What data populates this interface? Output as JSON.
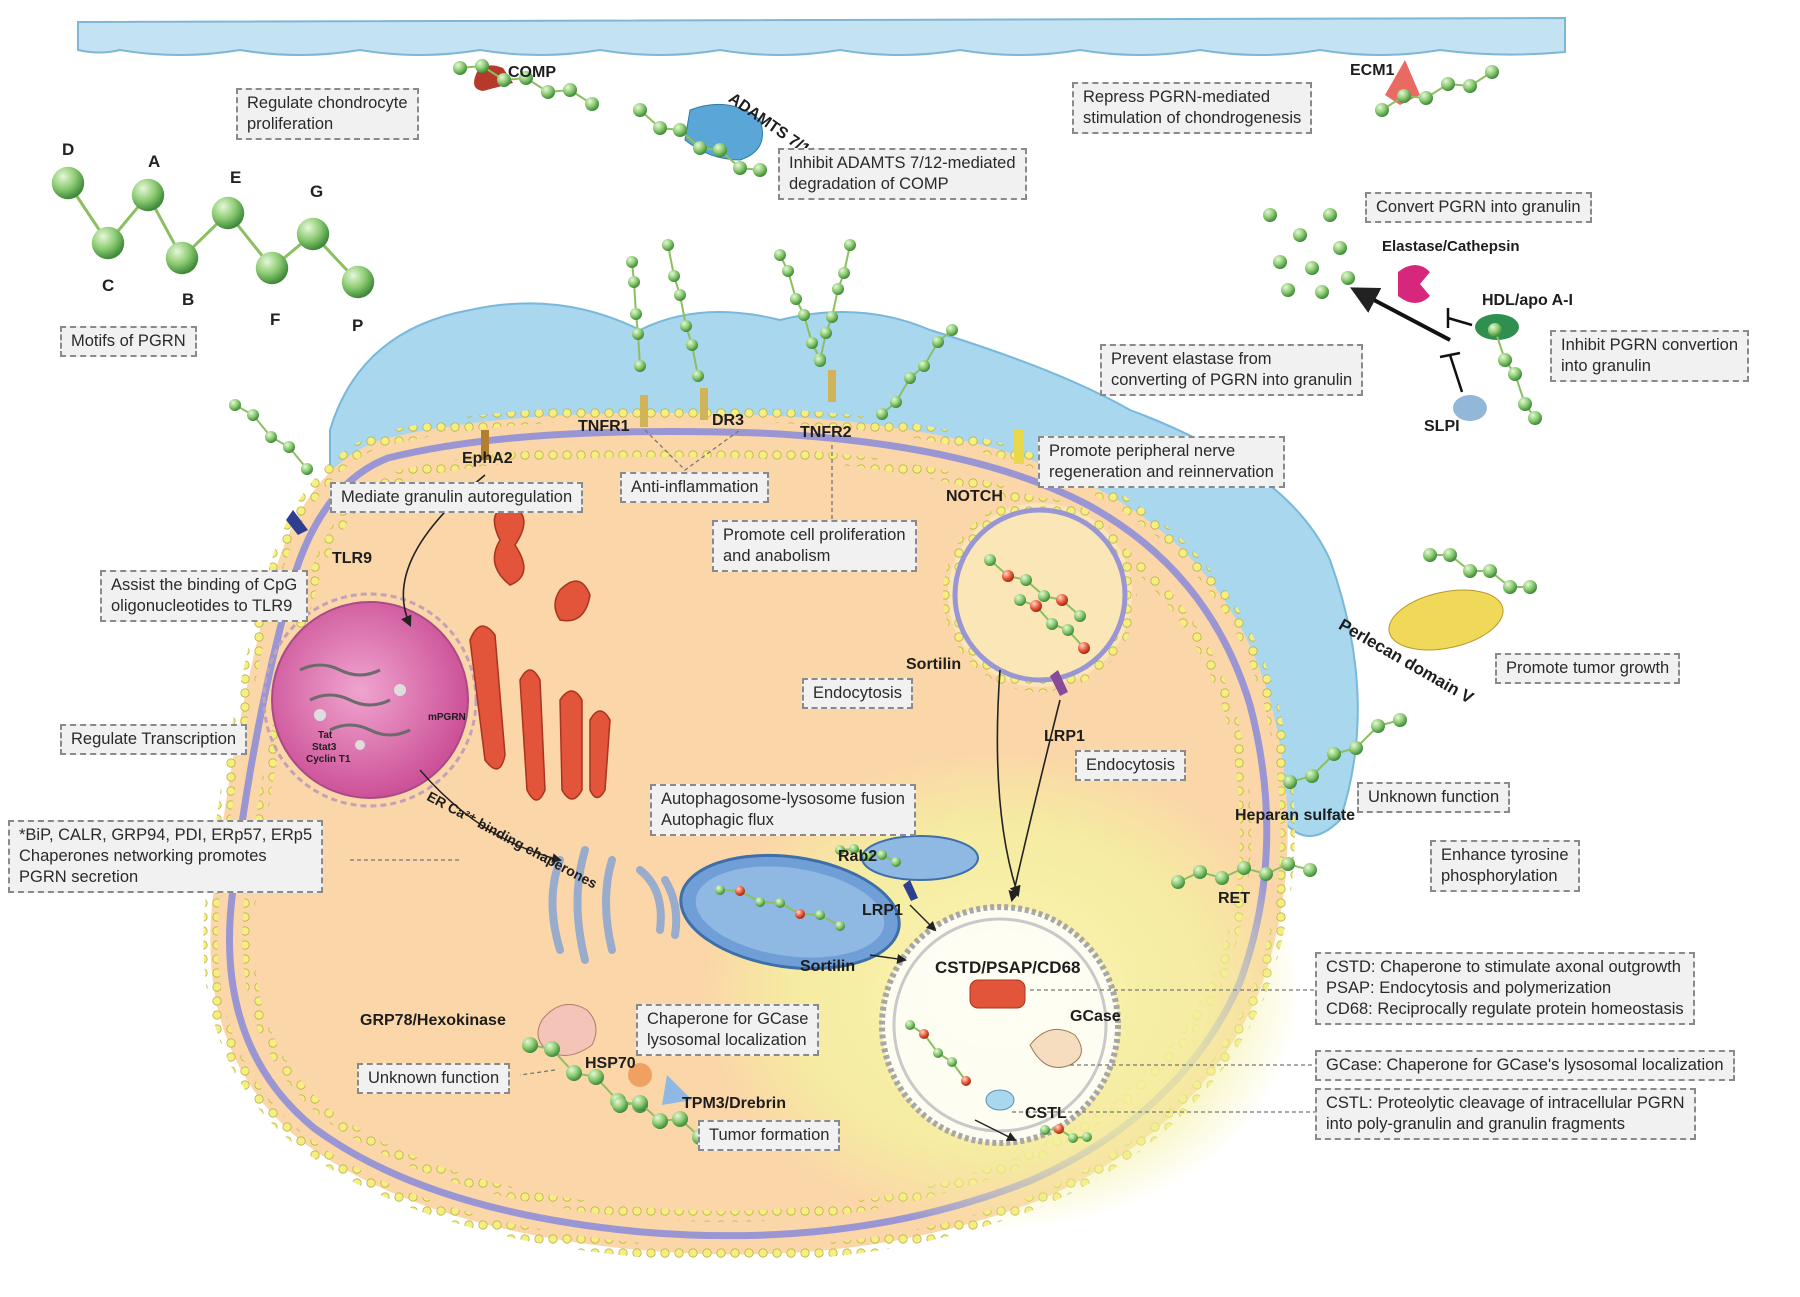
{
  "motifs": {
    "letters": [
      "D",
      "A",
      "E",
      "G",
      "C",
      "B",
      "F",
      "P"
    ],
    "caption": "Motifs of PGRN"
  },
  "labels": {
    "comp": "COMP",
    "adamts": "ADAMTS 7/12",
    "ecm1": "ECM1",
    "elastase": "Elastase/Cathepsin",
    "hdl": "HDL/apo A-I",
    "slpi": "SLPI",
    "epha2": "EphA2",
    "tnfr1": "TNFR1",
    "dr3": "DR3",
    "tnfr2": "TNFR2",
    "notch": "NOTCH",
    "tlr9": "TLR9",
    "sortilin_top": "Sortilin",
    "lrp1_top": "LRP1",
    "perlecan": "Perlecan domain V",
    "heparan": "Heparan sulfate",
    "ret": "RET",
    "rab2": "Rab2",
    "lrp1_mid": "LRP1",
    "sortilin_mid": "Sortilin",
    "cstd": "CSTD/PSAP/CD68",
    "gcase": "GCase",
    "cstl": "CSTL",
    "grp78": "GRP78/Hexokinase",
    "hsp70": "HSP70",
    "tpm3": "TPM3/Drebrin",
    "er_chaperone": "ER Ca²⁺ binding chaperones",
    "nucleus_tat": "Tat",
    "nucleus_stat": "Stat3",
    "nucleus_cyclin": "Cyclin T1",
    "nucleus_mpgrn": "mPGRN"
  },
  "boxes": {
    "regulate_chondrocyte": [
      "Regulate chondrocyte",
      "proliferation"
    ],
    "repress_pgrn": [
      "Repress PGRN-mediated",
      "stimulation of chondrogenesis"
    ],
    "inhibit_adamts": [
      "Inhibit ADAMTS 7/12-mediated",
      "degradation of COMP"
    ],
    "convert_pgrn": [
      "Convert PGRN into granulin"
    ],
    "inhibit_conversion": [
      "Inhibit PGRN convertion",
      "into granulin"
    ],
    "prevent_elastase": [
      "Prevent elastase from",
      "converting of PGRN into granulin"
    ],
    "promote_nerve": [
      "Promote peripheral nerve",
      "regeneration and reinnervation"
    ],
    "mediate_granulin": [
      "Mediate granulin autoregulation"
    ],
    "anti_inflammation": [
      "Anti-inflammation"
    ],
    "promote_cell": [
      "Promote cell proliferation",
      "and anabolism"
    ],
    "assist_binding": [
      "Assist the binding of CpG",
      "oligonucleotides to TLR9"
    ],
    "endocytosis_1": [
      "Endocytosis"
    ],
    "promote_tumor": [
      "Promote tumor growth"
    ],
    "regulate_transcription": [
      "Regulate Transcription"
    ],
    "endocytosis_2": [
      "Endocytosis"
    ],
    "unknown_function_1": [
      "Unknown function"
    ],
    "autophagosome": [
      "Autophagosome-lysosome fusion",
      "Autophagic flux"
    ],
    "bip": [
      "*BiP, CALR, GRP94, PDI, ERp57, ERp5",
      "Chaperones networking promotes",
      "PGRN secretion"
    ],
    "enhance_tyrosine": [
      "Enhance tyrosine",
      "phosphorylation"
    ],
    "cstd_box": [
      "CSTD:  Chaperone to stimulate axonal outgrowth",
      "PSAP:    Endocytosis and polymerization",
      "CD68:  Reciprocally regulate protein homeostasis"
    ],
    "chaperone_gcase": [
      "Chaperone for GCase",
      "lysosomal localization"
    ],
    "gcase_box": [
      "GCase:  Chaperone for GCase's lysosomal localization"
    ],
    "unknown_function_2": [
      "Unknown function"
    ],
    "cstl_box": [
      "CSTL: Proteolytic cleavage of intracellular PGRN",
      "          into poly-granulin and granulin fragments"
    ],
    "tumor_formation": [
      "Tumor formation"
    ]
  },
  "colors": {
    "cytoplasm": "#fbd6a8",
    "plasma_band": "#a9a3d6",
    "membrane_beads": "#f6ee7e",
    "ecm": "#bfe0f2",
    "granule": "#7fc26a",
    "lysosome_glow": "#f5f2a0",
    "nucleus": "#e27bb5",
    "er": "#e2553a"
  }
}
